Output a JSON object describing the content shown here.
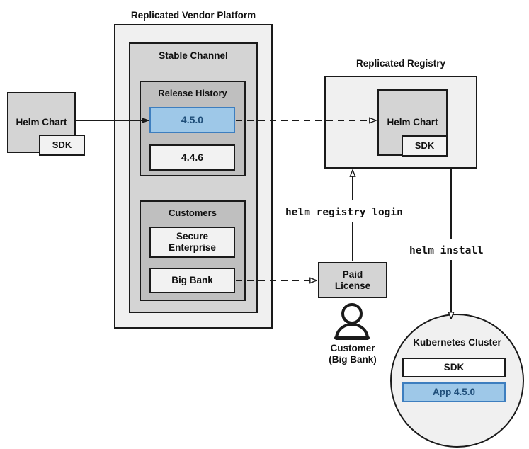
{
  "diagram": {
    "title_vendor_platform": "Replicated Vendor Platform",
    "title_registry": "Replicated Registry",
    "stable_channel": "Stable Channel",
    "release_history": "Release History",
    "customers": "Customers",
    "release_current": "4.5.0",
    "release_previous": "4.4.6",
    "customer_secure_enterprise": "Secure\nEnterprise",
    "customer_secure_enterprise_line1": "Secure",
    "customer_secure_enterprise_line2": "Enterprise",
    "customer_big_bank": "Big Bank",
    "helm_chart_left": "Helm Chart",
    "sdk_left": "SDK",
    "helm_chart_registry": "Helm Chart",
    "sdk_registry": "SDK",
    "paid_license_line1": "Paid",
    "paid_license_line2": "License",
    "customer_person_line1": "Customer",
    "customer_person_line2": "(Big Bank)",
    "kubernetes_cluster": "Kubernetes Cluster",
    "sdk_cluster": "SDK",
    "app_cluster": "App 4.5.0",
    "cmd_helm_registry_login": "helm registry login",
    "cmd_helm_install": "helm install"
  },
  "colors": {
    "accent_blue_fill": "#9ec8e8",
    "accent_blue_border": "#3d7ebf",
    "accent_blue_text": "#1f4e79",
    "outer_fill": "#f0f0f0",
    "channel_fill": "#d4d4d4",
    "inner_fill": "#bfbfbf",
    "box_fill": "#f2f2f2",
    "gray_fill": "#d4d4d4",
    "stroke": "#1a1a1a"
  }
}
